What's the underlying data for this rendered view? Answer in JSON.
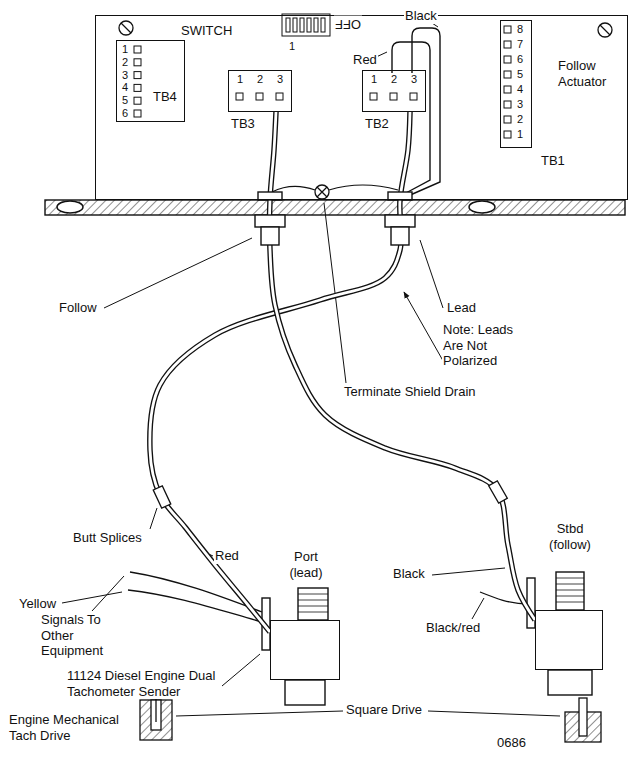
{
  "diagram": {
    "nodes": [
      {
        "text": [
          "SWITCH",
          "Follow Actuator"
        ]
      },
      {
        "text": [
          "TB4"
        ],
        "in": 0
      },
      {
        "text": [
          "TB3"
        ],
        "in": 0
      },
      {
        "text": [
          "TB2"
        ],
        "in": 0
      },
      {
        "text": [
          "TB1"
        ],
        "in": 0
      },
      {
        "text": [
          "Port (lead)"
        ]
      },
      {
        "text": [
          "Stbd (follow)"
        ]
      }
    ],
    "edges": [
      {
        "from": 5,
        "to": 3,
        "arrow": "none"
      },
      {
        "from": 6,
        "to": 2,
        "arrow": "none"
      }
    ],
    "labels": [
      "Red",
      "Black",
      "OFF",
      "1",
      "1",
      "2",
      "3",
      "4",
      "5",
      "6",
      "1",
      "2",
      "3",
      "1",
      "2",
      "3",
      "8",
      "7",
      "6",
      "5",
      "4",
      "3",
      "2",
      "1",
      "Follow",
      "Lead",
      "Note: Leads Are Not Polarized",
      "Terminate Shield Drain",
      "Butt Splices",
      "Red",
      "Yellow",
      "Signals To Other Equipment",
      "11124 Diesel Engine Dual Tachometer Sender",
      "Black",
      "Black/red",
      "Square Drive",
      "Engine Mechanical Tach Drive",
      "0686"
    ]
  }
}
